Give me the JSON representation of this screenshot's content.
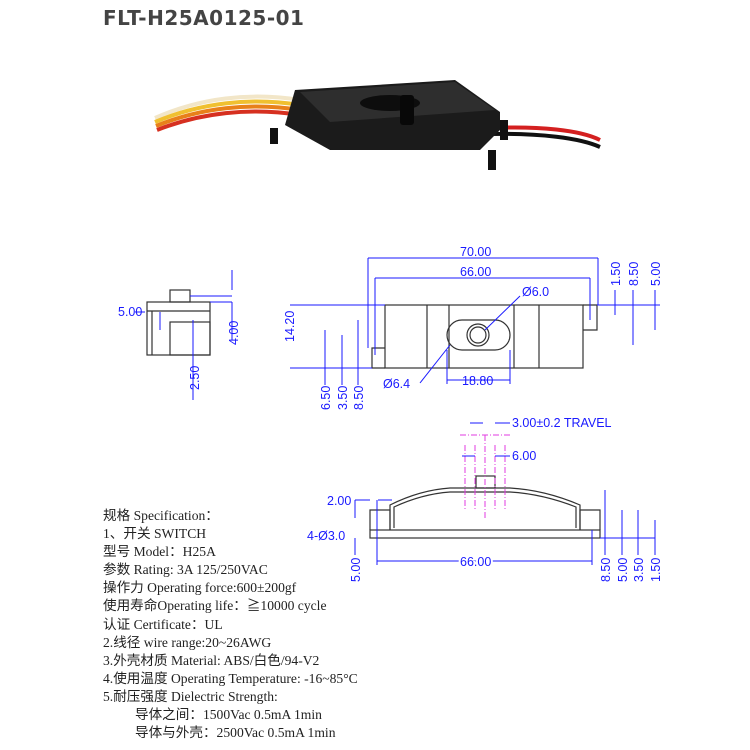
{
  "title": "FLT-H25A0125-01",
  "top_view": {
    "overall_length": "70.00",
    "hole_pitch": "66.00",
    "knob_dia": "Ø6.0",
    "slot_dia": "Ø6.4",
    "slot_length": "18.80",
    "width": "14.20",
    "left_dims": [
      "6.50",
      "3.50",
      "8.50"
    ],
    "right_dims": [
      "1.50",
      "8.50",
      "5.00"
    ]
  },
  "end_view": {
    "width_dim": "5.00",
    "height_dim": "4.00",
    "offset_dim": "2.50"
  },
  "side_view": {
    "travel": "3.00±0.2 TRAVEL",
    "knob_width": "6.00",
    "flange": "2.00",
    "holes": "4-Ø3.0",
    "left_height": "5.00",
    "hole_pitch": "66.00",
    "right_dims": [
      "8.50",
      "5.00",
      "3.50",
      "1.50"
    ]
  },
  "spec": {
    "heading": "规格 Specification：",
    "lines": [
      "1、开关 SWITCH",
      "型号 Model：H25A",
      "参数 Rating: 3A 125/250VAC",
      "操作力 Operating force:600±200gf",
      "使用寿命Operating life：≧10000 cycle",
      "认证 Certificate：UL",
      "2.线径 wire range:20~26AWG",
      "3.外壳材质 Material: ABS/白色/94-V2",
      "4.使用温度 Operating Temperature: -16~85°C",
      "5.耐压强度 Dielectric Strength:"
    ],
    "sub_lines": [
      "导体之间：1500Vac  0.5mA  1min",
      "导体与外壳：2500Vac 0.5mA 1min"
    ]
  }
}
